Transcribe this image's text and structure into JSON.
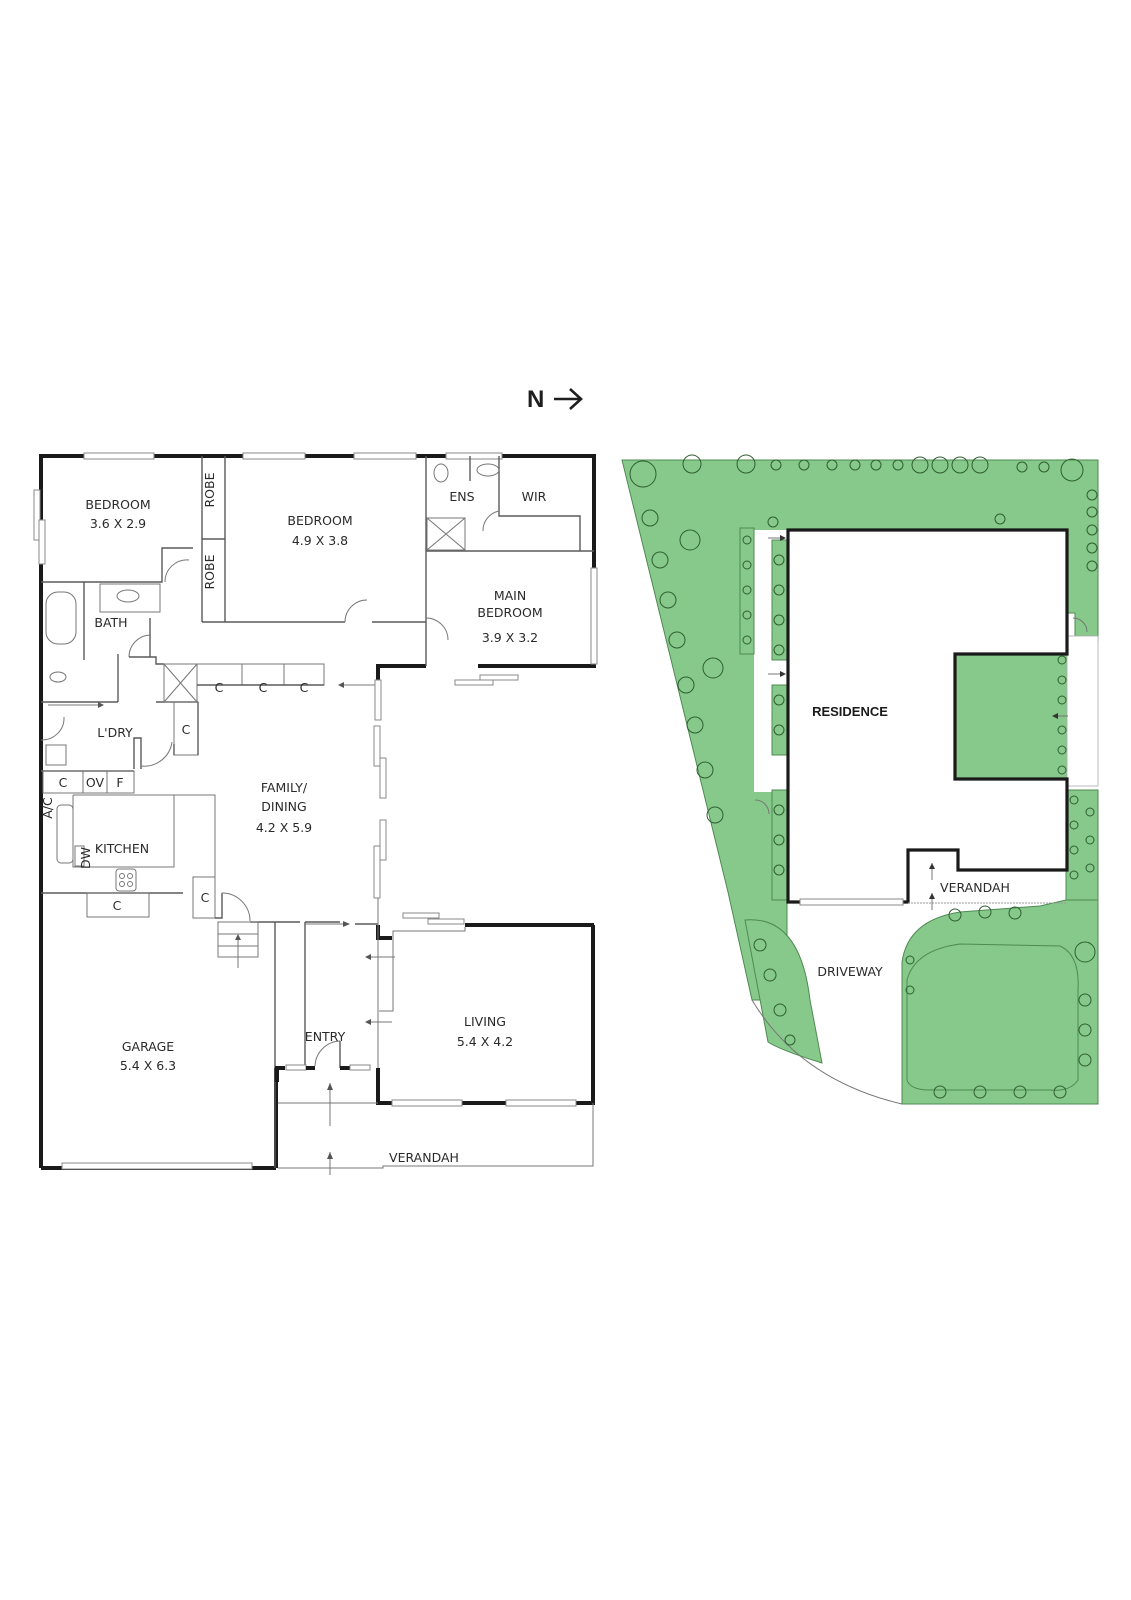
{
  "compass": {
    "label": "N",
    "arrow": "→"
  },
  "floorplan": {
    "rooms": [
      {
        "id": "bedroom-2",
        "name": "BEDROOM",
        "dims": "3.6 X 2.9"
      },
      {
        "id": "robe-1",
        "name": "ROBE",
        "dims": ""
      },
      {
        "id": "robe-2",
        "name": "ROBE",
        "dims": ""
      },
      {
        "id": "bedroom-3",
        "name": "BEDROOM",
        "dims": "4.9 X 3.8"
      },
      {
        "id": "ensuite",
        "name": "ENS",
        "dims": ""
      },
      {
        "id": "wir",
        "name": "WIR",
        "dims": ""
      },
      {
        "id": "main-bedroom",
        "name": "MAIN",
        "name2": "BEDROOM",
        "dims": "3.9 X 3.2"
      },
      {
        "id": "bath",
        "name": "BATH",
        "dims": ""
      },
      {
        "id": "laundry",
        "name": "L'DRY",
        "dims": ""
      },
      {
        "id": "family-dining",
        "name": "FAMILY/",
        "name2": "DINING",
        "dims": "4.2 X 5.9"
      },
      {
        "id": "kitchen",
        "name": "KITCHEN",
        "dims": ""
      },
      {
        "id": "garage",
        "name": "GARAGE",
        "dims": "5.4 X 6.3"
      },
      {
        "id": "entry",
        "name": "ENTRY",
        "dims": ""
      },
      {
        "id": "living",
        "name": "LIVING",
        "dims": "5.4 X 4.2"
      },
      {
        "id": "verandah",
        "name": "VERANDAH",
        "dims": ""
      }
    ],
    "fixtures": {
      "cupboard": "C",
      "oven": "OV",
      "fridge": "F",
      "air_con": "A/C",
      "dishwasher": "DW"
    }
  },
  "siteplan": {
    "residence": "RESIDENCE",
    "verandah": "VERANDAH",
    "driveway": "DRIVEWAY"
  },
  "colors": {
    "lawn": "#86c98a",
    "lawn_stroke": "#4f8a52",
    "wall": "#1a1a1a",
    "tree": "#2f5f32"
  }
}
